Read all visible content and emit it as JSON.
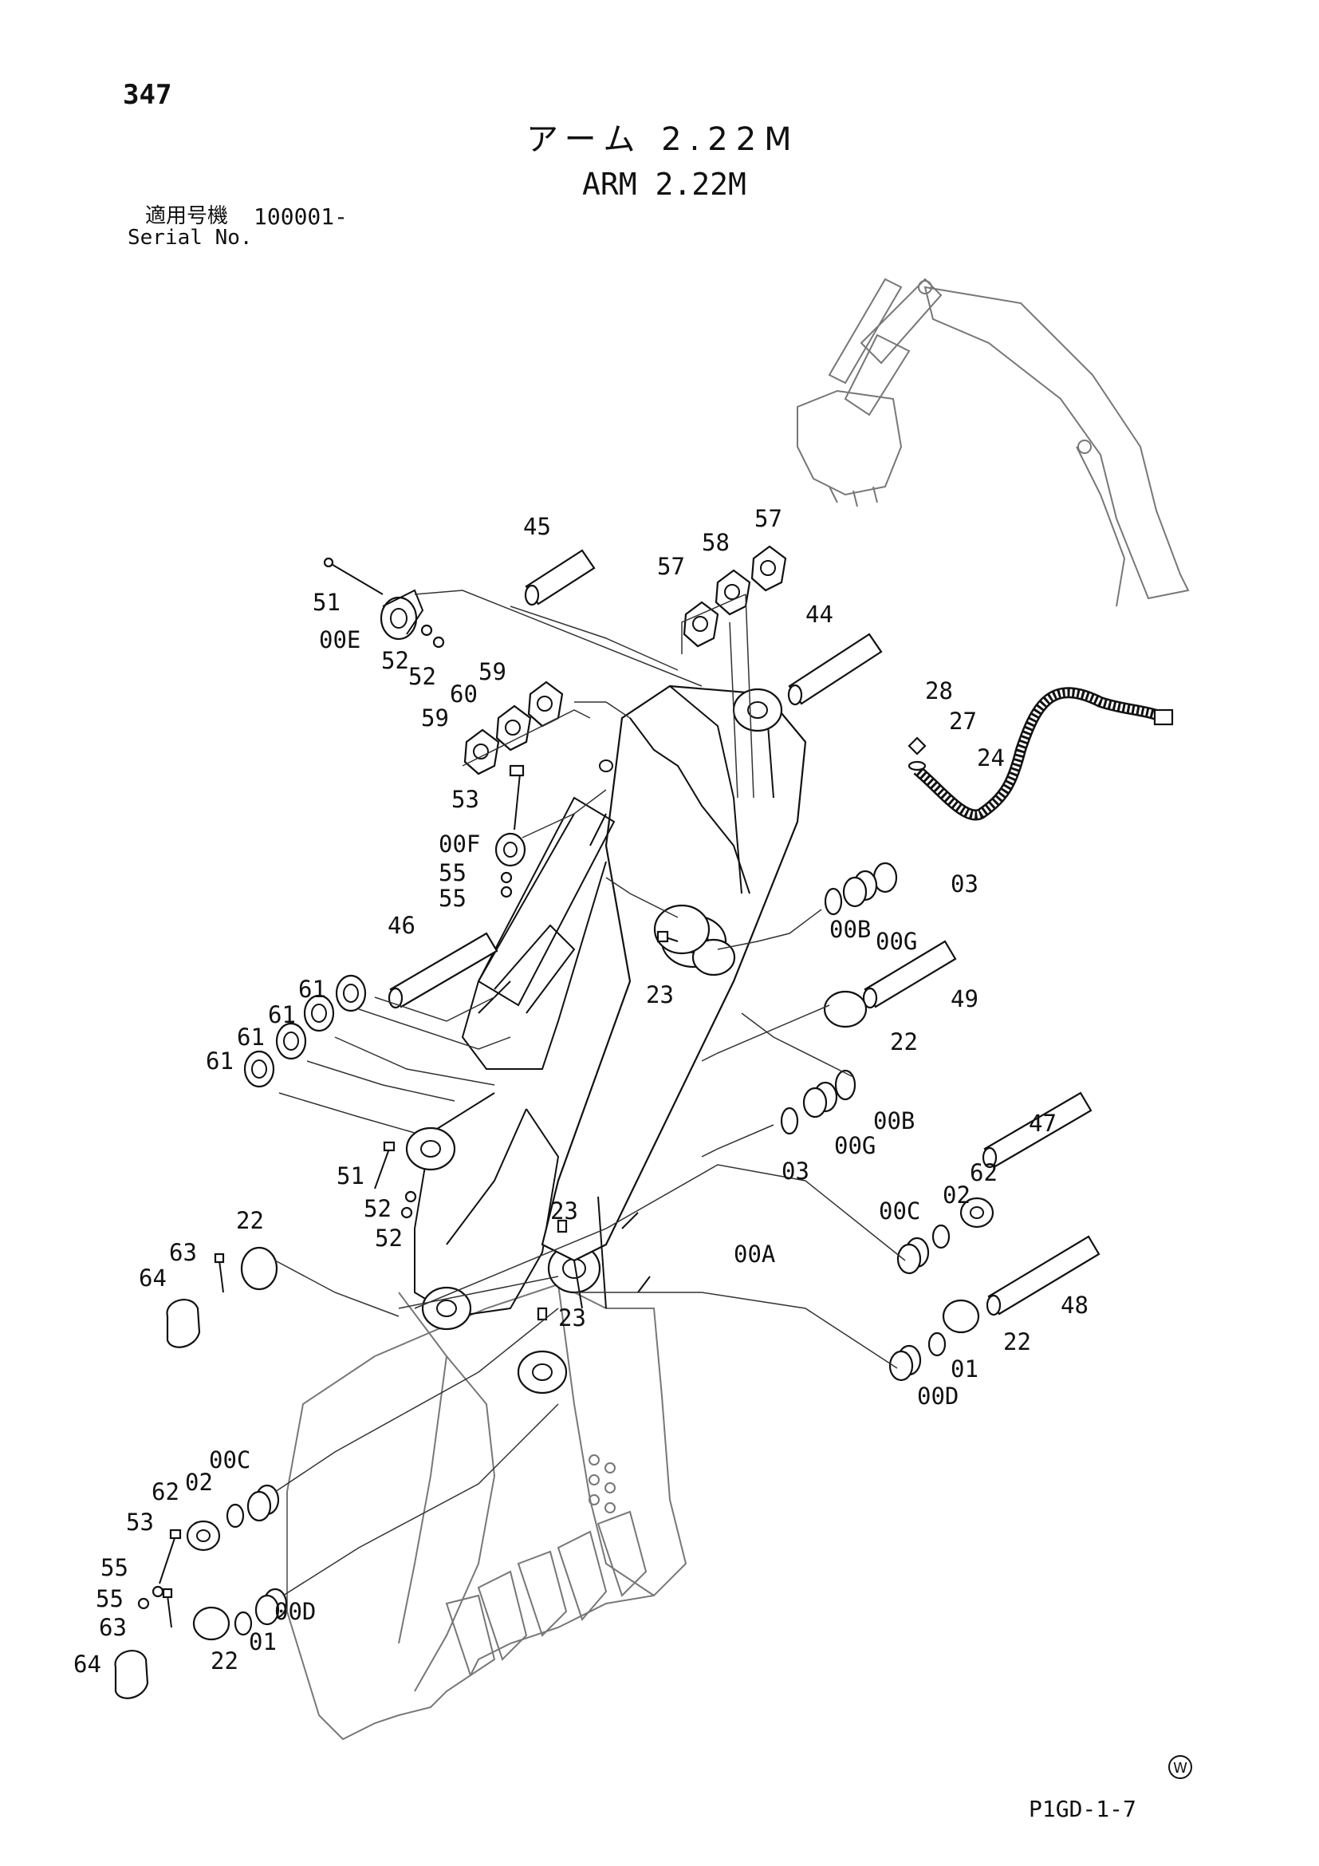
{
  "header": {
    "page_number": "347",
    "title_ja": "アーム 2.22M",
    "title_en": "ARM 2.22M",
    "serial_label_ja": "適用号機",
    "serial_range": "100001-",
    "serial_label_en": "Serial No."
  },
  "footer": {
    "drawing_code": "P1GD-1-7",
    "mark": "W"
  },
  "callouts": {
    "c45": "45",
    "c51a": "51",
    "c00E": "00E",
    "c52a": "52",
    "c52b": "52",
    "c57a": "57",
    "c58": "58",
    "c57b": "57",
    "c44": "44",
    "c59a": "59",
    "c60": "60",
    "c59b": "59",
    "c28": "28",
    "c27": "27",
    "c24": "24",
    "c53a": "53",
    "c00F": "00F",
    "c55a": "55",
    "c55b": "55",
    "c03a": "03",
    "c00Ga": "00G",
    "c00Ba": "00B",
    "c46": "46",
    "c23a": "23",
    "c49": "49",
    "c22a": "22",
    "c61a": "61",
    "c61b": "61",
    "c61c": "61",
    "c61d": "61",
    "c00Bb": "00B",
    "c03b": "03",
    "c00Gb": "00G",
    "c51b": "51",
    "c52c": "52",
    "c52d": "52",
    "c47": "47",
    "c00Ca": "00C",
    "c02a": "02",
    "c62a": "62",
    "c23b": "23",
    "c00A": "00A",
    "c22b": "22",
    "c63a": "63",
    "c64a": "64",
    "c48": "48",
    "c23c": "23",
    "c22c": "22",
    "c01a": "01",
    "c00Da": "00D",
    "c00Cb": "00C",
    "c02b": "02",
    "c62b": "62",
    "c53b": "53",
    "c55c": "55",
    "c55d": "55",
    "c63b": "63",
    "c64b": "64",
    "c01b": "01",
    "c00Db": "00D",
    "c22d": "22"
  }
}
